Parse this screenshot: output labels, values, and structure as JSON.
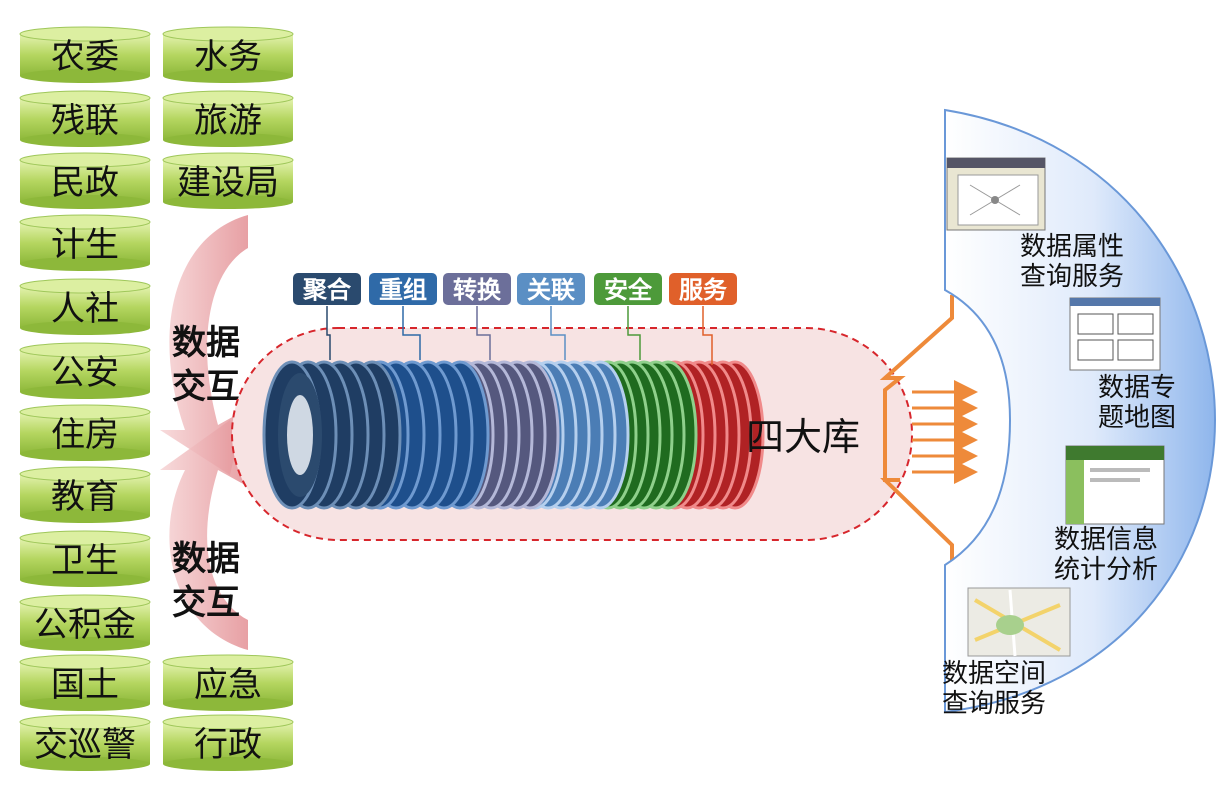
{
  "departments": [
    {
      "label": "农委"
    },
    {
      "label": "水务"
    },
    {
      "label": "残联"
    },
    {
      "label": "旅游"
    },
    {
      "label": "民政"
    },
    {
      "label": "建设局"
    },
    {
      "label": "计生"
    },
    {
      "label": "人社"
    },
    {
      "label": "公安"
    },
    {
      "label": "住房"
    },
    {
      "label": "教育"
    },
    {
      "label": "卫生"
    },
    {
      "label": "公积金"
    },
    {
      "label": "国土"
    },
    {
      "label": "应急"
    },
    {
      "label": "交巡警"
    },
    {
      "label": "行政"
    }
  ],
  "exchange": {
    "top_line1": "数据",
    "top_line2": "交互",
    "bottom_line1": "数据",
    "bottom_line2": "交互"
  },
  "process_tags": [
    {
      "label": "聚合",
      "color": "#2a4a6e"
    },
    {
      "label": "重组",
      "color": "#2f6aa8"
    },
    {
      "label": "转换",
      "color": "#6c6f9a"
    },
    {
      "label": "关联",
      "color": "#5b8fc4"
    },
    {
      "label": "安全",
      "color": "#4d9a3a"
    },
    {
      "label": "服务",
      "color": "#e0602a"
    }
  ],
  "core_label": "四大库",
  "services": [
    {
      "line1": "数据属性",
      "line2": "查询服务"
    },
    {
      "line1": "数据专",
      "line2": "题地图"
    },
    {
      "line1": "数据信息",
      "line2": "统计分析"
    },
    {
      "line1": "数据空间",
      "line2": "查询服务"
    }
  ],
  "colors": {
    "cylinder_fill": "#b8d86a",
    "cylinder_top": "#d9ef9a",
    "arrow_pink": "#e8a7aa",
    "orange": "#ee8a3a",
    "panel_blue": "#9fc3f0"
  }
}
